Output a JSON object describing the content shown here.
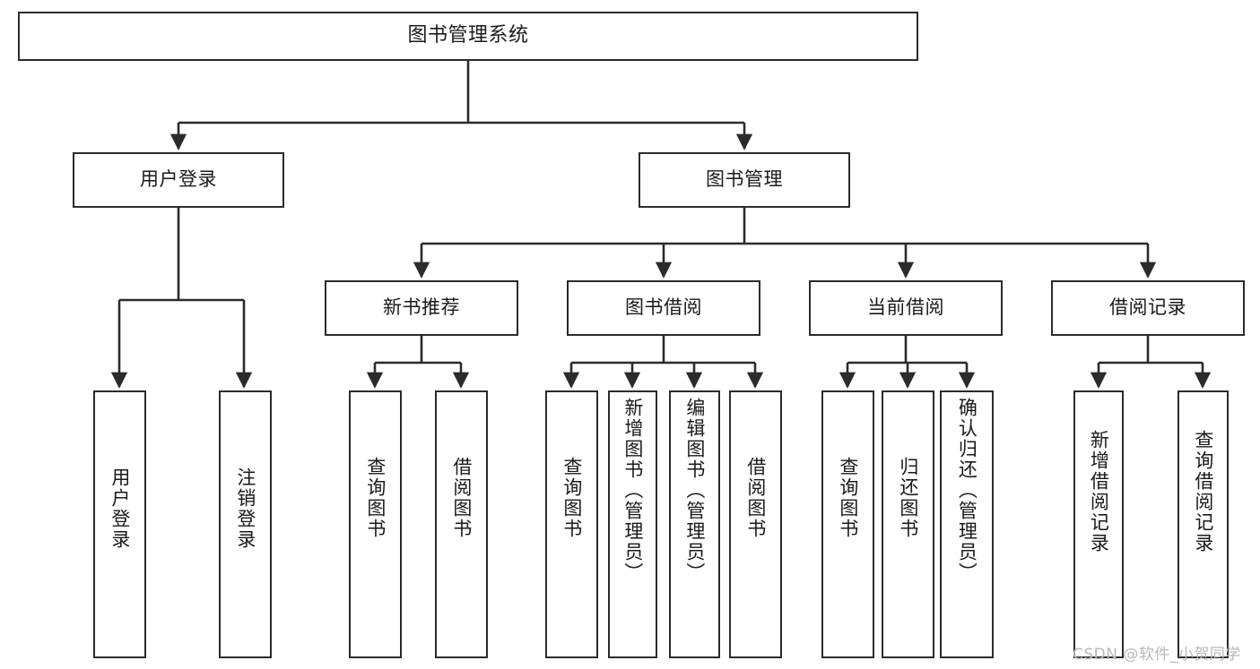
{
  "diagram": {
    "type": "tree-hierarchy",
    "title": "图书管理系统",
    "orientation": "top-down",
    "colors": {
      "node_border": "#2b2b2b",
      "node_fill": "#ffffff",
      "edge": "#2b2b2b",
      "text": "#1a1a1a",
      "watermark": "#b9b9b9",
      "background": "#ffffff"
    },
    "root": {
      "id": "root",
      "label": "图书管理系统"
    },
    "level2": [
      {
        "id": "user-login",
        "label": "用户登录"
      },
      {
        "id": "book-management",
        "label": "图书管理"
      }
    ],
    "level3": [
      {
        "id": "new-book-recommend",
        "label": "新书推荐",
        "parent": "book-management"
      },
      {
        "id": "book-borrow",
        "label": "图书借阅",
        "parent": "book-management"
      },
      {
        "id": "current-borrow",
        "label": "当前借阅",
        "parent": "book-management"
      },
      {
        "id": "borrow-record",
        "label": "借阅记录",
        "parent": "book-management"
      }
    ],
    "leaves": [
      {
        "id": "leaf-user-login",
        "label": "用户登录",
        "parent": "user-login"
      },
      {
        "id": "leaf-user-logout",
        "label": "注销登录",
        "parent": "user-login"
      },
      {
        "id": "leaf-query-book-1",
        "label": "查询图书",
        "parent": "new-book-recommend"
      },
      {
        "id": "leaf-borrow-book-1",
        "label": "借阅图书",
        "parent": "new-book-recommend"
      },
      {
        "id": "leaf-query-book-2",
        "label": "查询图书",
        "parent": "book-borrow"
      },
      {
        "id": "leaf-add-book",
        "label": "新增图书（管理员）",
        "parent": "book-borrow"
      },
      {
        "id": "leaf-edit-book",
        "label": "编辑图书（管理员）",
        "parent": "book-borrow"
      },
      {
        "id": "leaf-borrow-book-2",
        "label": "借阅图书",
        "parent": "book-borrow"
      },
      {
        "id": "leaf-query-book-3",
        "label": "查询图书",
        "parent": "current-borrow"
      },
      {
        "id": "leaf-return-book",
        "label": "归还图书",
        "parent": "current-borrow"
      },
      {
        "id": "leaf-confirm-return",
        "label": "确认归还（管理员）",
        "parent": "current-borrow"
      },
      {
        "id": "leaf-add-record",
        "label": "新增借阅记录",
        "parent": "borrow-record"
      },
      {
        "id": "leaf-query-record",
        "label": "查询借阅记录",
        "parent": "borrow-record"
      }
    ],
    "watermark": "CSDN @软件_小贺同学"
  }
}
